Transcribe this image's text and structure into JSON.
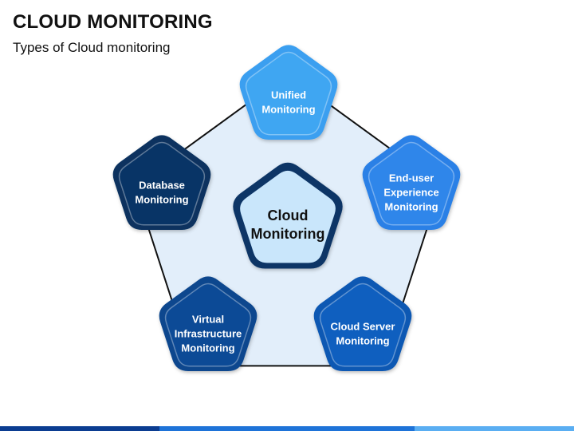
{
  "header": {
    "title": "CLOUD MONITORING",
    "subtitle": "Types of Cloud monitoring"
  },
  "center": {
    "lines": [
      "Cloud",
      "Monitoring"
    ],
    "fill": "#c9e6fb",
    "border": "#0a3566"
  },
  "nodes": [
    {
      "id": "unified",
      "lines": [
        "Unified",
        "Monitoring"
      ],
      "fill": "#3fa6f2",
      "border": "#3a9ff0"
    },
    {
      "id": "end-user",
      "lines": [
        "End-user",
        "Experience",
        "Monitoring"
      ],
      "fill": "#2f86ea",
      "border": "#2a80e6"
    },
    {
      "id": "cloud-server",
      "lines": [
        "Cloud Server",
        "Monitoring"
      ],
      "fill": "#0f5fbf",
      "border": "#0d58b3"
    },
    {
      "id": "virtual-infrastructure",
      "lines": [
        "Virtual",
        "Infrastructure",
        "Monitoring"
      ],
      "fill": "#0c4a96",
      "border": "#0b468e"
    },
    {
      "id": "database",
      "lines": [
        "Database",
        "Monitoring"
      ],
      "fill": "#083466",
      "border": "#07305e"
    }
  ],
  "colors": {
    "ring_fill": "#e2eefa",
    "ring_stroke": "#111111",
    "node_text": "#ffffff",
    "center_text": "#111111"
  }
}
